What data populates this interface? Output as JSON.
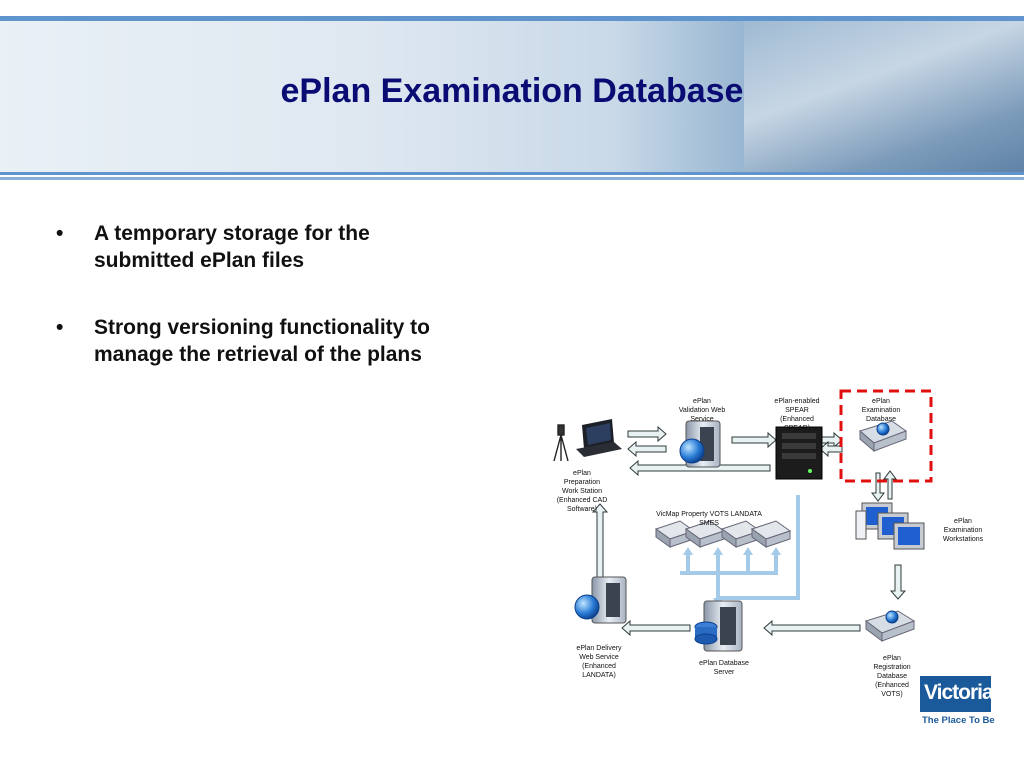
{
  "title": "ePlan Examination Database",
  "bullets": [
    "A temporary storage for the submitted ePlan files",
    "Strong versioning functionality to manage the retrieval of the plans"
  ],
  "bullet_marker": "•",
  "diagram": {
    "labels": {
      "validation": [
        "ePlan",
        "Validation Web",
        "Service"
      ],
      "spear": [
        "ePlan-enabled",
        "SPEAR",
        "(Enhanced",
        "SPEAR)"
      ],
      "examination_db": [
        "ePlan",
        "Examination",
        "Database"
      ],
      "preparation": [
        "ePlan",
        "Preparation",
        "Work Station",
        "(Enhanced CAD",
        "Software)"
      ],
      "sources": [
        "VicMap Property  VOTS   LANDATA",
        "SMES"
      ],
      "workstations": [
        "ePlan",
        "Examination",
        "Workstations"
      ],
      "delivery": [
        "ePlan Delivery",
        "Web Service",
        "(Enhanced",
        "LANDATA)"
      ],
      "database_server": [
        "ePlan Database",
        "Server"
      ],
      "registration": [
        "ePlan",
        "Registration",
        "Database",
        "(Enhanced",
        "VOTS)"
      ]
    },
    "highlight_color": "#e01010",
    "arrow_color": "#a3cbe9",
    "panel_arrow_fill": "#e8f2f2"
  },
  "logo": {
    "word": "Victoria",
    "tagline": "The Place To Be"
  },
  "colors": {
    "title": "#0a0c74",
    "rule": "#5f95cc",
    "logo": "#1a5a9a"
  }
}
